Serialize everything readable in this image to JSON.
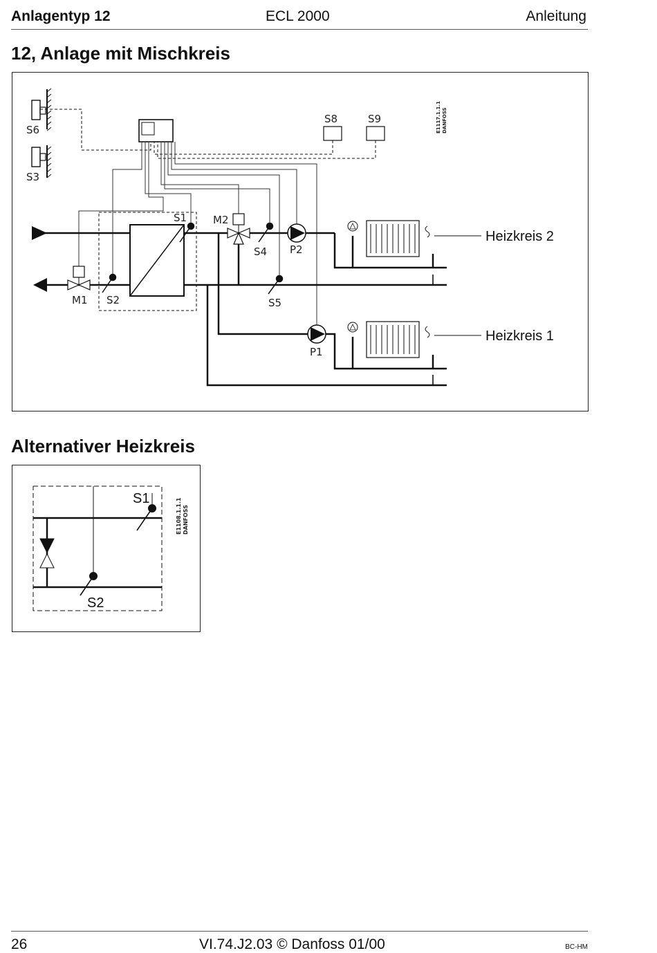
{
  "header": {
    "left": "Anlagentyp 12",
    "center": "ECL 2000",
    "right": "Anleitung"
  },
  "section1": {
    "title": "12, Anlage mit Mischkreis",
    "diagram": {
      "labels": {
        "s6": "S6",
        "s3": "S3",
        "s8": "S8",
        "s9": "S9",
        "s1": "S1",
        "s2": "S2",
        "s4": "S4",
        "s5": "S5",
        "m1": "M1",
        "m2": "M2",
        "p1": "P1",
        "p2": "P2"
      },
      "circuit2": "Heizkreis 2",
      "circuit1": "Heizkreis 1",
      "code_line1": "E1117.1.1.1",
      "code_line2": "DANFOSS"
    }
  },
  "section2": {
    "title": "Alternativer Heizkreis",
    "diagram": {
      "labels": {
        "s1": "S1",
        "s2": "S2"
      },
      "code_line1": "E1108.1.1.1",
      "code_line2": "DANFOSS"
    }
  },
  "footer": {
    "page": "26",
    "doc": "VI.74.J2.03  ©  Danfoss 01/00",
    "code": "BC-HM"
  }
}
